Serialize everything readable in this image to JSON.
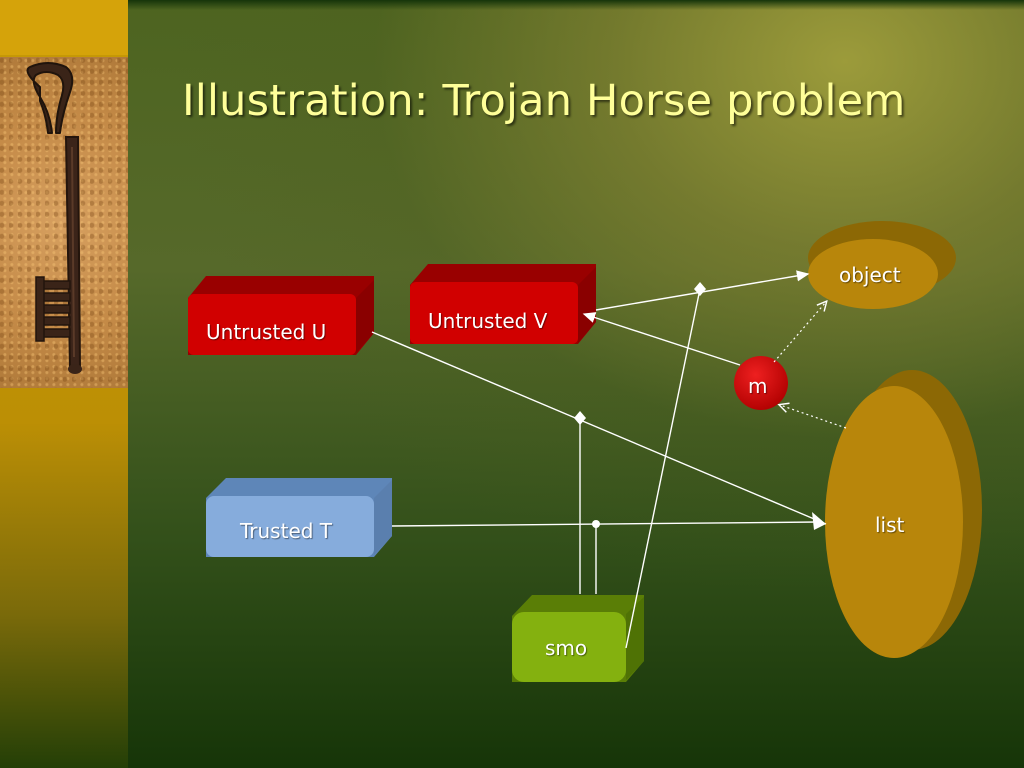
{
  "slide": {
    "title": "Illustration: Trojan Horse problem"
  },
  "diagram": {
    "nodes": {
      "untrusted_u": "Untrusted U",
      "untrusted_v": "Untrusted V",
      "trusted_t": "Trusted T",
      "smo": "smo",
      "m": "m",
      "object": "object",
      "list": "list"
    },
    "colors": {
      "untrusted": "#cc0000",
      "trusted": "#7fa9d9",
      "smo": "#7aa80a",
      "storage": "#b8860b",
      "connector": "#ffffff",
      "title_text": "#ffff99",
      "accent_gold": "#c79a05"
    }
  }
}
